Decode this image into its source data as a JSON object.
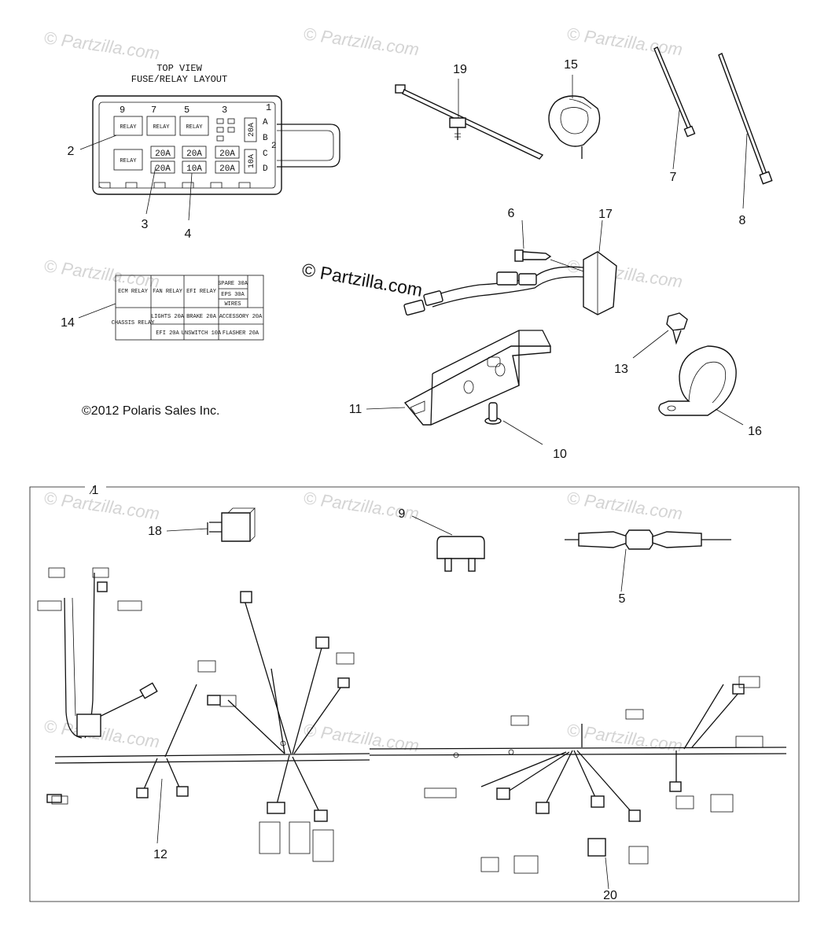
{
  "fuse_layout": {
    "title_line1": "TOP VIEW",
    "title_line2": "FUSE/RELAY LAYOUT",
    "position_numbers": [
      "9",
      "7",
      "5",
      "3",
      "1"
    ],
    "row_letters": [
      "A",
      "B",
      "C",
      "D"
    ],
    "side_numbers": [
      "2"
    ],
    "relay_label": "RELAY",
    "fuses_row1": [
      "20A",
      "20A",
      "20A"
    ],
    "fuses_row2": [
      "20A",
      "10A",
      "20A"
    ],
    "side_fuses": [
      "20A",
      "10A"
    ]
  },
  "fuse_label_card": {
    "cells": [
      "ECM RELAY",
      "FAN RELAY",
      "EFI RELAY",
      "SPARE 30A",
      "EPS 30A",
      "WIRES",
      "CHASSIS RELAY",
      "LIGHTS 20A",
      "BRAKE 20A",
      "ACCESSORY 20A",
      "EFI 20A",
      "UNSWITCH 10A",
      "FLASHER 20A"
    ]
  },
  "copyright": "©2012 Polaris Sales Inc.",
  "center_watermark": "© Partzilla.com",
  "faint_watermark": "© Partzilla.com",
  "callouts": [
    "1",
    "2",
    "3",
    "4",
    "5",
    "6",
    "7",
    "8",
    "9",
    "10",
    "11",
    "12",
    "13",
    "14",
    "15",
    "16",
    "17",
    "18",
    "19",
    "20"
  ]
}
